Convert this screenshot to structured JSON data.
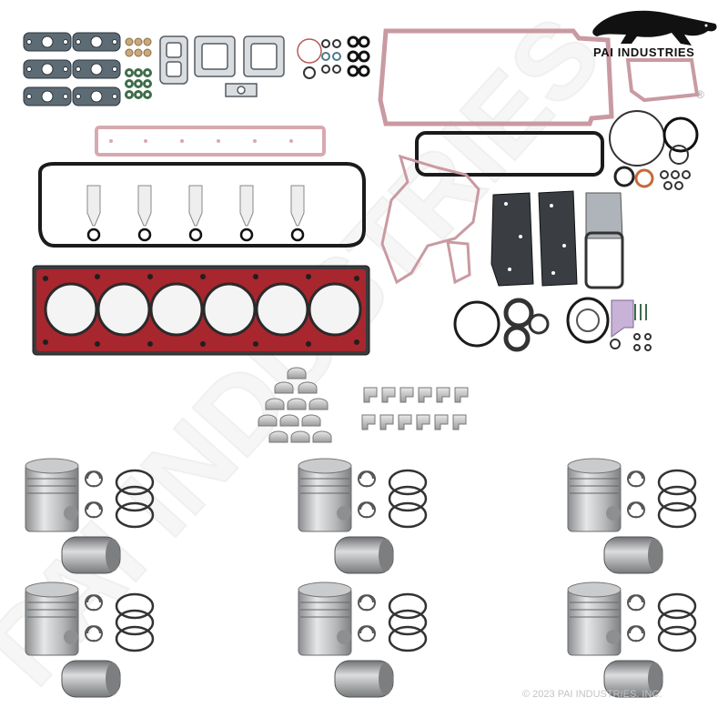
{
  "brand": {
    "name": "PAI INDUSTRIES",
    "registered_mark": "®",
    "logo_icon": "panther-icon",
    "watermark_text": "PAI INDUSTRIES"
  },
  "copyright": "© 2023 PAI INDUSTRIES, INC.",
  "colors": {
    "gasket_pink": "#e9c6cc",
    "gasket_outline": "#b9868f",
    "seal_black": "#1e1e1e",
    "head_gasket_red": "#b3232c",
    "metal_grey": "#a9abad",
    "watermark": "#eeeeee"
  }
}
